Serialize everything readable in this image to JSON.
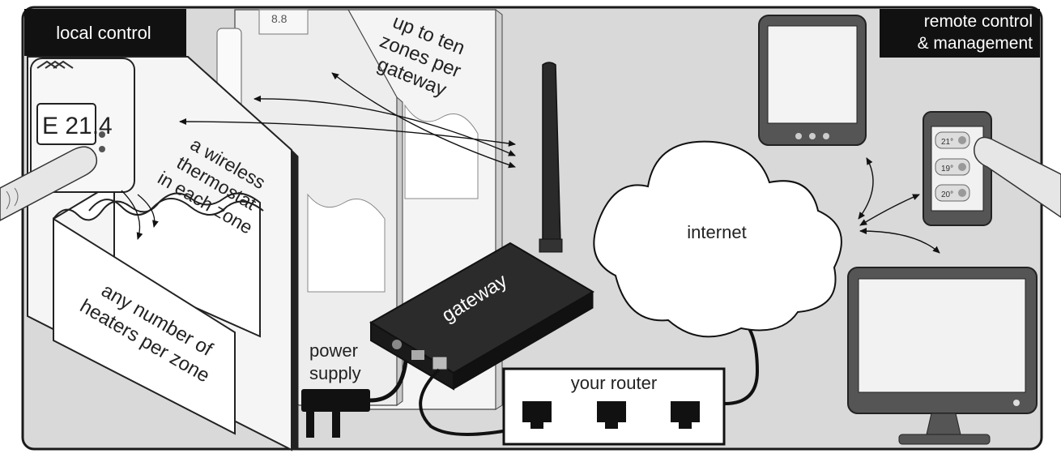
{
  "labels": {
    "local_control": "local control",
    "remote_control_line1": "remote control",
    "remote_control_line2": "& management",
    "zones_line1": "up to ten",
    "zones_line2": "zones per",
    "zones_line3": "gateway",
    "thermostat_line1": "a wireless",
    "thermostat_line2": "thermostat",
    "thermostat_line3": "in each zone",
    "heaters_line1": "any number of",
    "heaters_line2": "heaters per zone",
    "power_line1": "power",
    "power_line2": "supply",
    "gateway": "gateway",
    "internet": "internet",
    "router": "your router"
  },
  "thermostat_display": "E 21.4",
  "phone_rows": [
    "21°",
    "19°",
    "20°"
  ],
  "icons": [
    "thermostat-icon",
    "finger-icon",
    "radiator-icon",
    "antenna-icon",
    "gateway-icon",
    "plug-icon",
    "router-icon",
    "ethernet-port-icon",
    "cloud-icon",
    "tablet-icon",
    "phone-icon",
    "monitor-icon"
  ],
  "colors": {
    "frame": "#1a1a1a",
    "background_panel": "#d9d9d9",
    "wall": "#f2f2f2",
    "label_bg": "#111111",
    "label_text": "#ffffff"
  }
}
